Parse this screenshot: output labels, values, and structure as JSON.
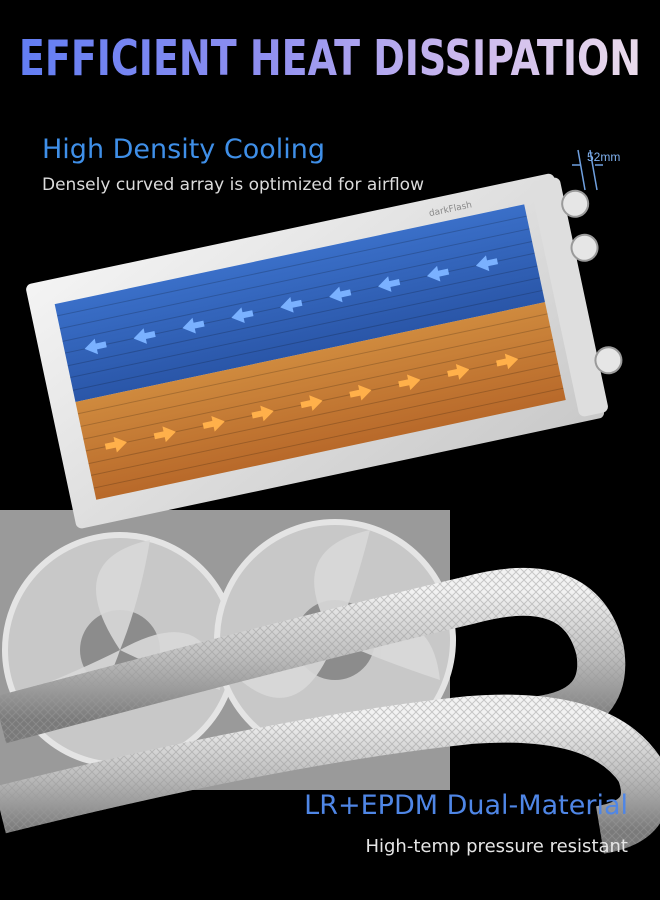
{
  "headline": "EFFICIENT HEAT DISSIPATION",
  "features": [
    {
      "title": "High Density Cooling",
      "subtitle": "Densely curved array is optimized for airflow"
    },
    {
      "title": "LR+EPDM Dual-Material",
      "subtitle": "High-temp pressure resistant"
    }
  ],
  "dimension_label": "52mm",
  "brand_mark": "darkFlash",
  "colors": {
    "background": "#000000",
    "feature_title": "#3f8fe8",
    "cold_arrow": "#6fa8ff",
    "hot_arrow": "#ffb347",
    "fins_cold": "#2e5db5",
    "fins_hot": "#c47a2c"
  }
}
